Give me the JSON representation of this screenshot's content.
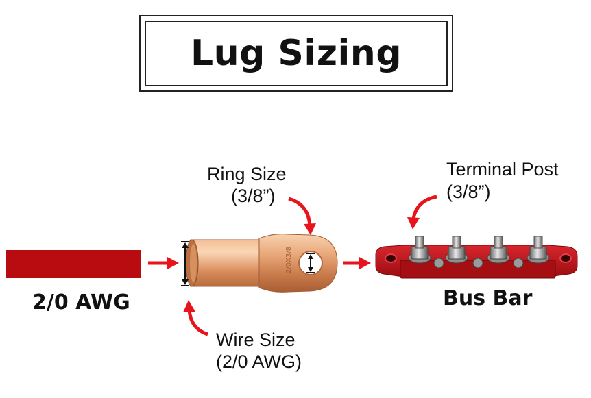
{
  "title": "Lug Sizing",
  "labels": {
    "wire": "2/0 AWG",
    "ring_size": "Ring Size",
    "ring_size_value": "(3/8”)",
    "terminal_post": "Terminal Post",
    "terminal_post_value": "(3/8”)",
    "bus_bar": "Bus Bar",
    "wire_size": "Wire Size",
    "wire_size_value": "(2/0 AWG)"
  },
  "lug_stamp": "2/0X3/8",
  "colors": {
    "wire": "#b80c10",
    "arrow": "#e8141b",
    "bus_bar": "#c3151c",
    "copper_dark": "#b56a3c",
    "copper_light": "#f3c39b"
  }
}
